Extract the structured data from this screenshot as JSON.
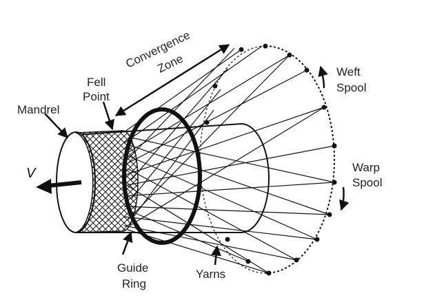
{
  "labels": {
    "mandrel": "Mandrel",
    "fell_point_1": "Fell",
    "fell_point_2": "Point",
    "convergence_1": "Convergence",
    "convergence_2": "Zone",
    "weft_1": "Weft",
    "weft_2": "Spool",
    "warp_1": "Warp",
    "warp_2": "Spool",
    "guide_1": "Guide",
    "guide_2": "Ring",
    "yarns": "Yarns",
    "velocity": "V"
  },
  "colors": {
    "ink": "#111111",
    "label": "#222222",
    "background": "#ffffff"
  }
}
